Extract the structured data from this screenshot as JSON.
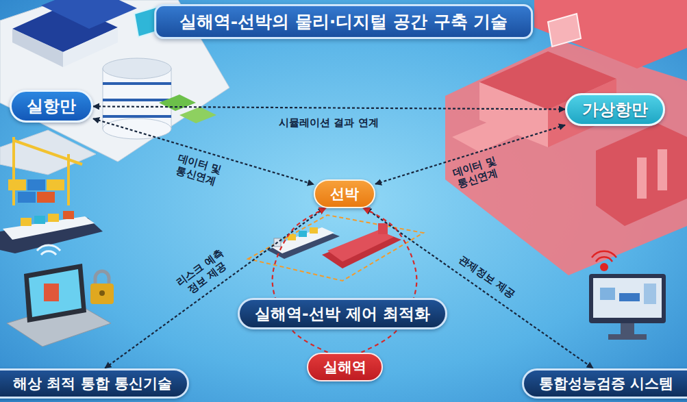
{
  "diagram": {
    "title": "실해역-선박의 물리·디지털 공간 구축 기술",
    "nodes": [
      {
        "text": [
          "실항만"
        ]
      },
      {
        "text": [
          "가상항만"
        ]
      },
      {
        "text": [
          "선박"
        ]
      },
      {
        "text": [
          "실해역-선박 제어 최적화"
        ]
      },
      {
        "text": [
          "해상 최적 통합 통신기술"
        ]
      },
      {
        "text": [
          "통합성능검증 시스템"
        ]
      },
      {
        "text": [
          "실해역"
        ]
      }
    ],
    "edges": [
      {
        "from": 0,
        "to": 1,
        "label": "시뮬레이션 결과 연계",
        "arrow": "both"
      },
      {
        "from": 0,
        "to": 2,
        "label": "데이터 및 통신연계",
        "arrow": "both"
      },
      {
        "from": 1,
        "to": 2,
        "label": "데이터 및 통신연계",
        "arrow": "both"
      },
      {
        "from": 4,
        "to": 2,
        "label": "리스크 예측 정보 제공",
        "arrow": "both"
      },
      {
        "from": 2,
        "to": 5,
        "label": "관제정보 제공",
        "arrow": "both"
      },
      {
        "from": 6,
        "to": 2,
        "arrow": "to"
      },
      {
        "from": 6,
        "to": 2,
        "arrow": "to"
      }
    ]
  }
}
